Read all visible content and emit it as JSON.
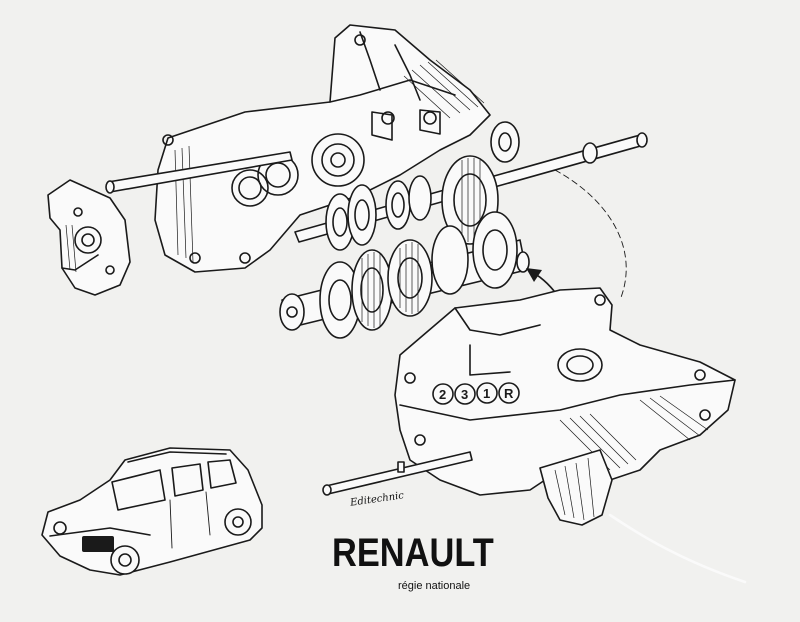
{
  "brand": {
    "name": "RENAULT",
    "subtitle": "régie nationale"
  },
  "signature": "Editechnic",
  "gear_positions": [
    "2",
    "3",
    "1",
    "R"
  ],
  "colors": {
    "paper": "#f1f1ef",
    "ink": "#1a1a1a"
  }
}
